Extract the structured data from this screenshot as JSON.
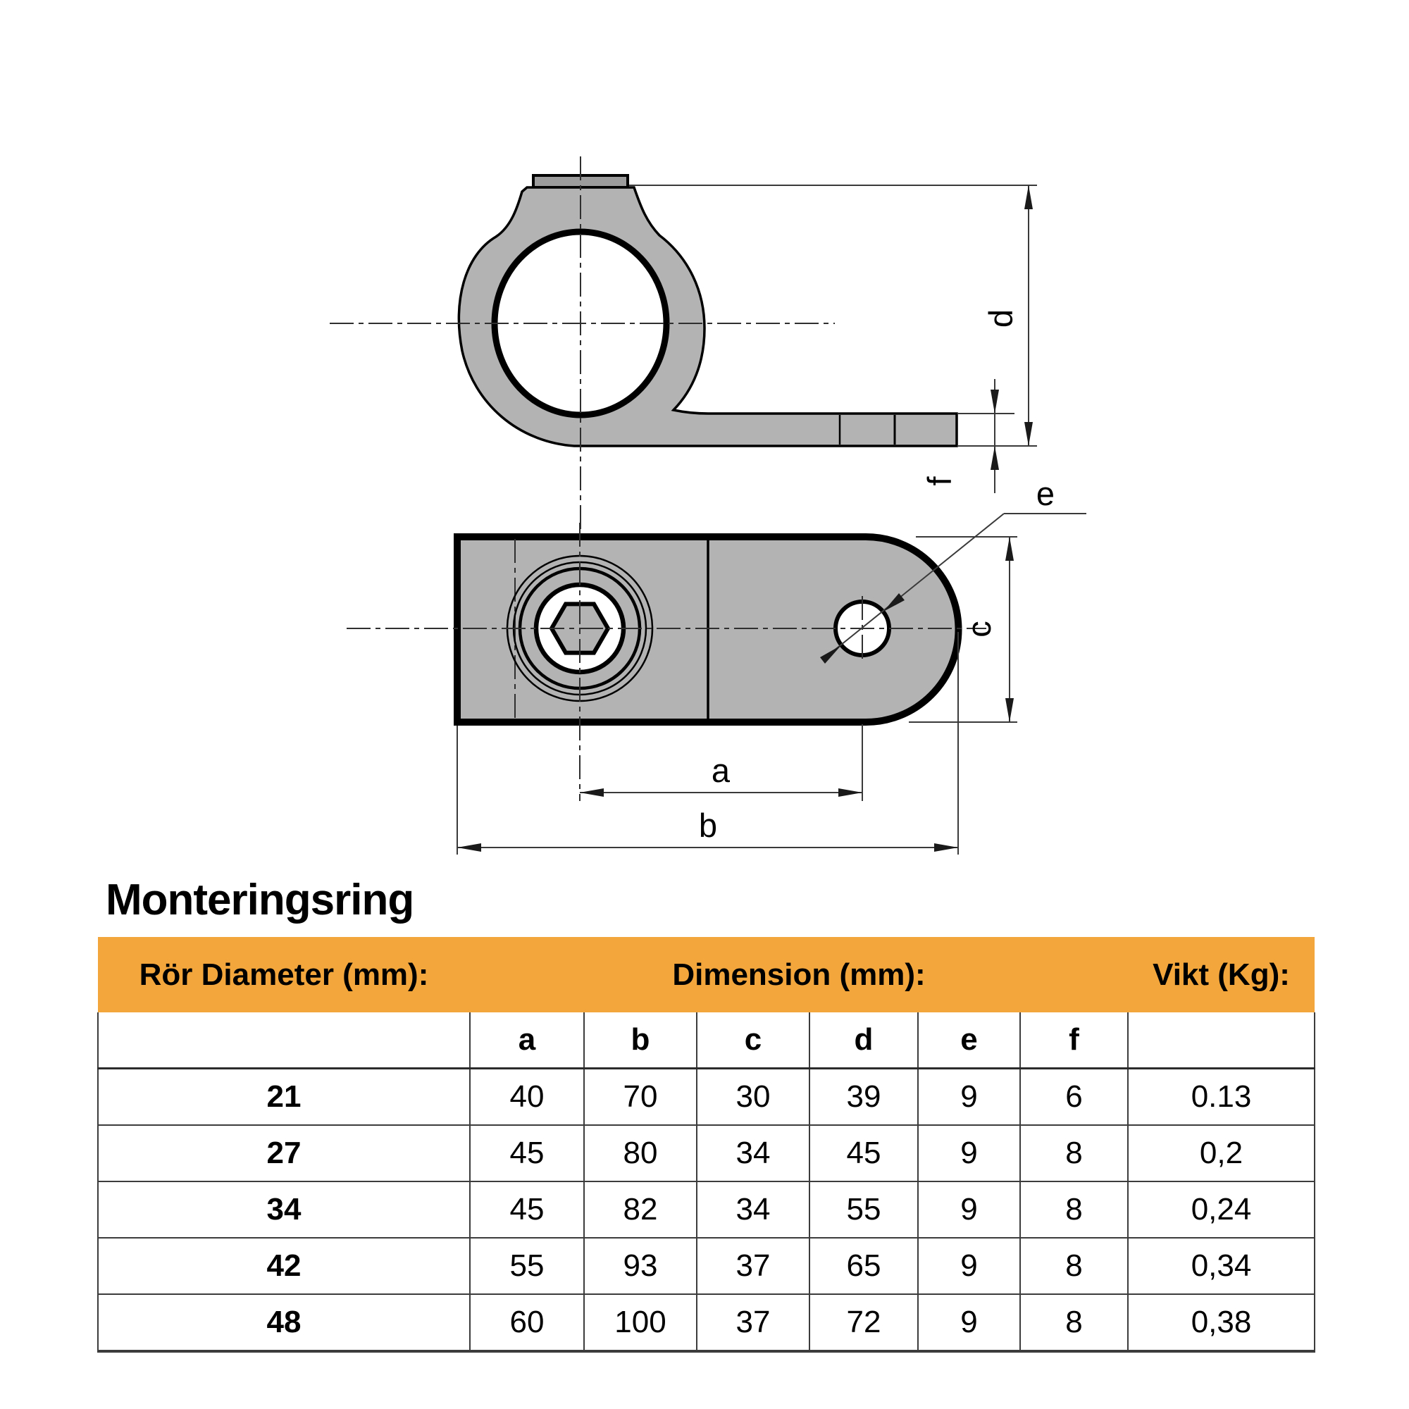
{
  "title": "Monteringsring",
  "drawing": {
    "labels": {
      "a": "a",
      "b": "b",
      "c": "c",
      "d": "d",
      "e": "e",
      "f": "f"
    },
    "part_color": "#b3b3b3"
  },
  "table": {
    "accent_color": "#F2A63C",
    "header": {
      "col1": "Rör  Diameter (mm):",
      "col2": "Dimension (mm):",
      "col3": "Vikt (Kg):"
    },
    "subheader": [
      "a",
      "b",
      "c",
      "d",
      "e",
      "f"
    ],
    "rows": [
      [
        "21",
        "40",
        "70",
        "30",
        "39",
        "9",
        "6",
        "0.13"
      ],
      [
        "27",
        "45",
        "80",
        "34",
        "45",
        "9",
        "8",
        "0,2"
      ],
      [
        "34",
        "45",
        "82",
        "34",
        "55",
        "9",
        "8",
        "0,24"
      ],
      [
        "42",
        "55",
        "93",
        "37",
        "65",
        "9",
        "8",
        "0,34"
      ],
      [
        "48",
        "60",
        "100",
        "37",
        "72",
        "9",
        "8",
        "0,38"
      ]
    ]
  }
}
